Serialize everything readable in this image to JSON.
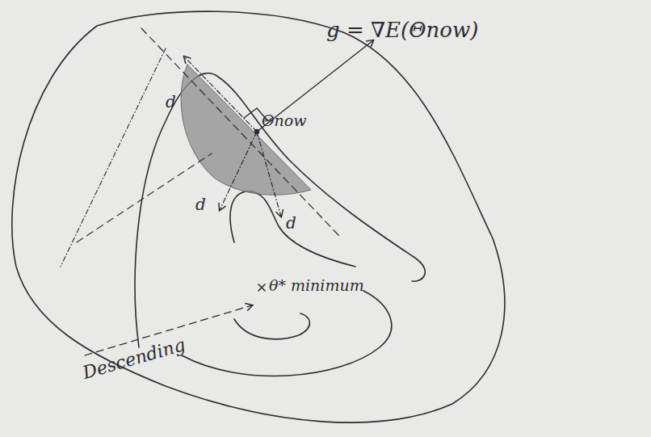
{
  "diagram": {
    "labels": [
      "g = ∇E(Θnow)",
      "Θnow",
      "d",
      "d",
      "d",
      "θ* minimum",
      "Descending"
    ]
  }
}
